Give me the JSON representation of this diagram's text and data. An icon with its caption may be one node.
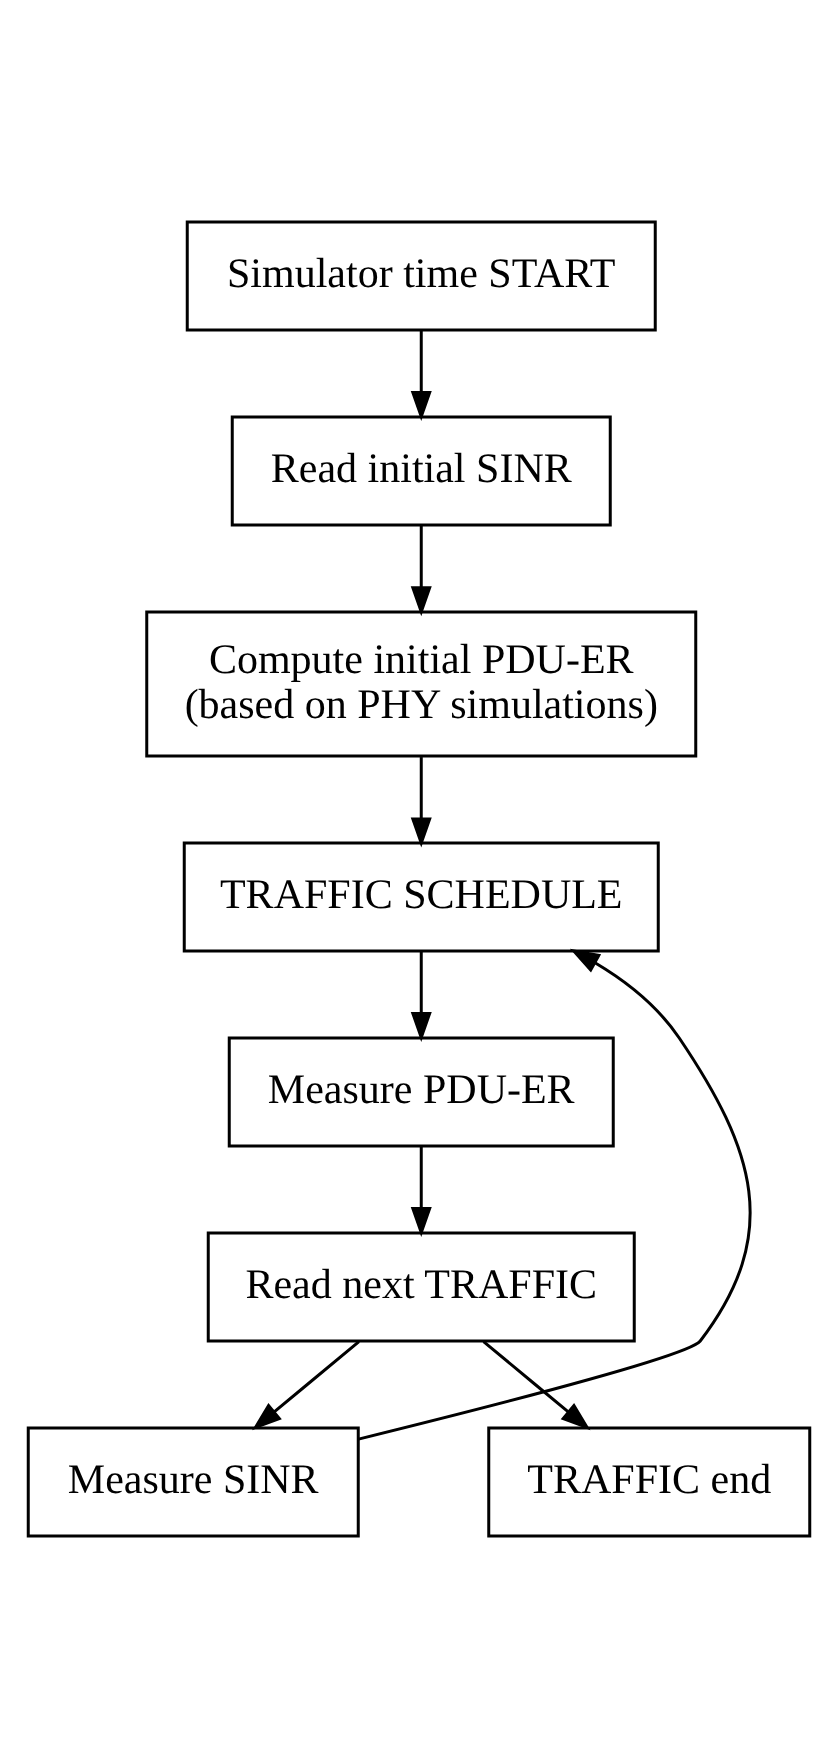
{
  "diagram": {
    "nodes": [
      {
        "text": [
          "Simulator time START"
        ]
      },
      {
        "text": [
          "Read initial SINR"
        ]
      },
      {
        "text": [
          "Compute initial PDU-ER (based on PHY simulations)"
        ]
      },
      {
        "text": [
          "TRAFFIC SCHEDULE"
        ]
      },
      {
        "text": [
          "Measure PDU-ER"
        ]
      },
      {
        "text": [
          "Read next TRAFFIC"
        ]
      },
      {
        "text": [
          "Measure SINR"
        ]
      },
      {
        "text": [
          "TRAFFIC end"
        ]
      }
    ],
    "edges": [
      {
        "from": 0,
        "to": 1,
        "arrow": "to"
      },
      {
        "from": 1,
        "to": 2,
        "arrow": "to"
      },
      {
        "from": 2,
        "to": 3,
        "arrow": "to"
      },
      {
        "from": 3,
        "to": 4,
        "arrow": "to"
      },
      {
        "from": 4,
        "to": 5,
        "arrow": "to"
      },
      {
        "from": 5,
        "to": 6,
        "arrow": "to"
      },
      {
        "from": 6,
        "to": 3,
        "arrow": "to"
      },
      {
        "from": 5,
        "to": 7,
        "arrow": "to"
      }
    ]
  }
}
